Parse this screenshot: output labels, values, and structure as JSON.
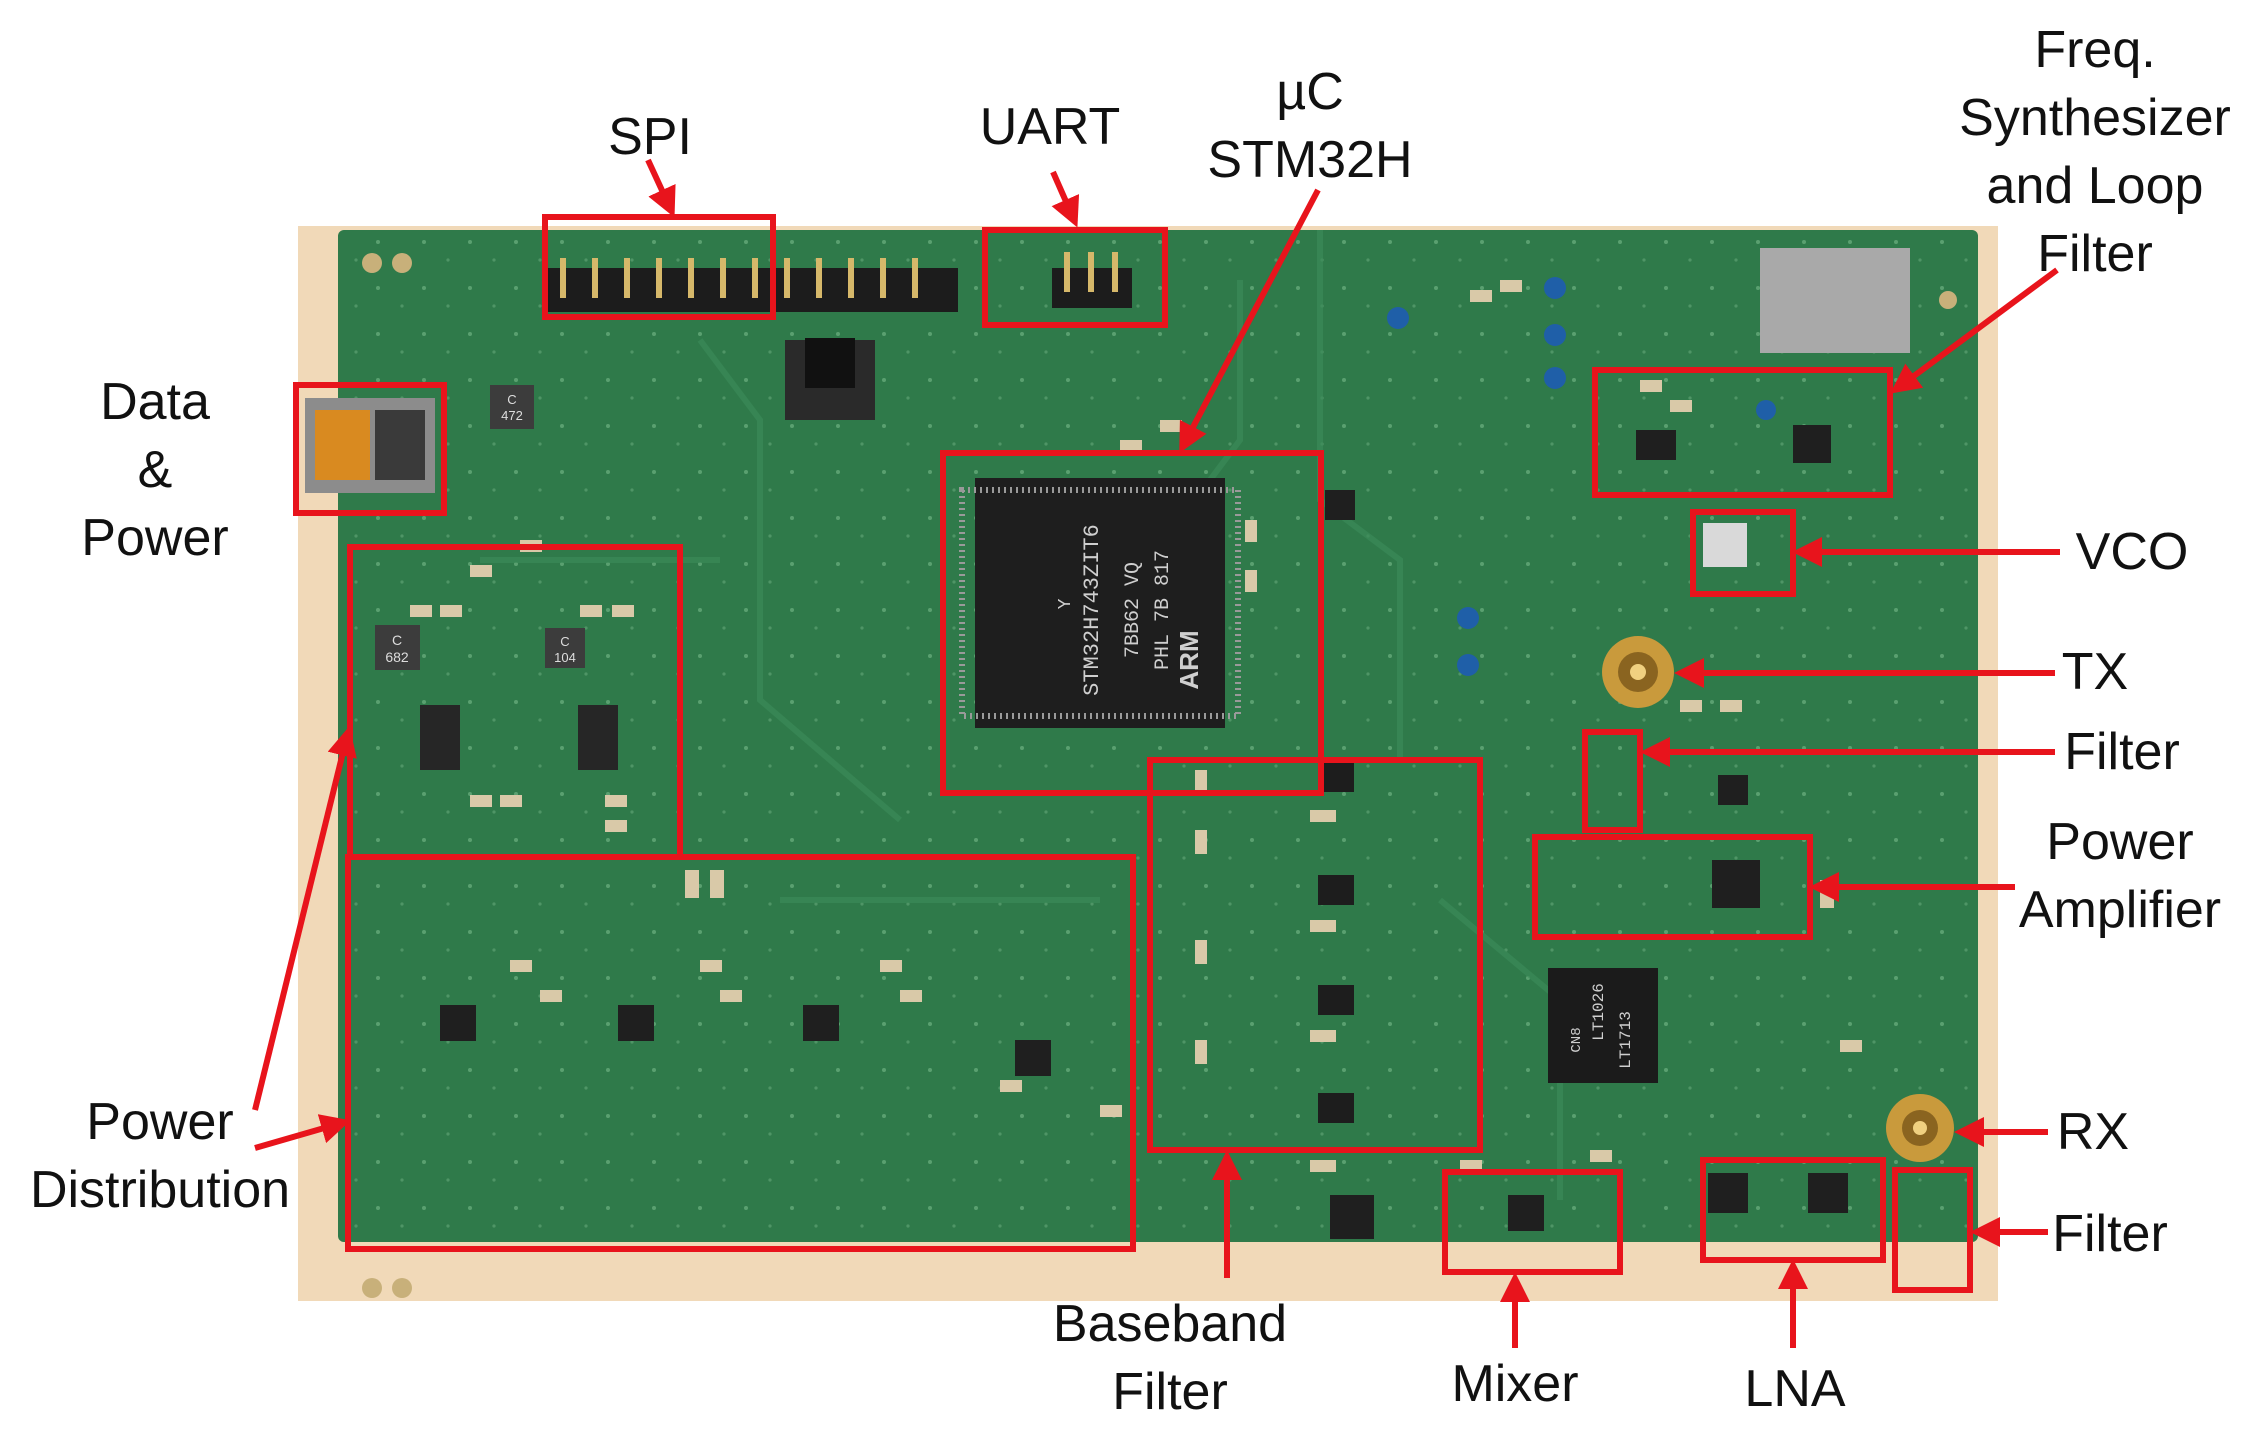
{
  "labels": {
    "spi": "SPI",
    "uart": "UART",
    "uc": [
      "µC",
      "STM32H"
    ],
    "freq": [
      "Freq.",
      "Synthesizer",
      "and Loop",
      "Filter"
    ],
    "data_power": [
      "Data",
      "&",
      "Power"
    ],
    "vco": "VCO",
    "tx": "TX",
    "filter_tx": "Filter",
    "power_amp": [
      "Power",
      "Amplifier"
    ],
    "rx": "RX",
    "filter_rx": "Filter",
    "power_dist": [
      "Power",
      "Distribution"
    ],
    "baseband": [
      "Baseband",
      "Filter"
    ],
    "mixer": "Mixer",
    "lna": "LNA"
  },
  "chip_markings": {
    "mcu": [
      "STM32H743ZIT6",
      "7BB62 VQ",
      "PHL 7B 817",
      "ARM",
      "Y"
    ],
    "opamp": [
      "LT1026",
      "LT1713",
      "CN8"
    ],
    "inductor_a": [
      "C",
      "682"
    ],
    "inductor_b": [
      "C",
      "104"
    ],
    "power_inductor": [
      "C",
      "472"
    ]
  },
  "colors": {
    "annotation": "#e8141c",
    "pcb": "#2f7a4a",
    "pcb_dark": "#25663d",
    "background": "#f1d9b8",
    "label_text": "#111111"
  }
}
